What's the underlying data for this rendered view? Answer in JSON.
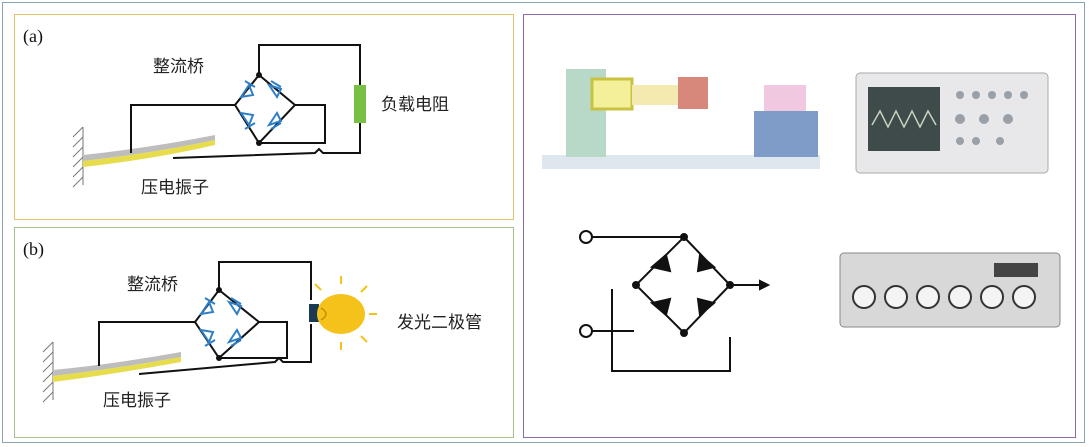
{
  "panel_a": {
    "label": "(a)",
    "bridge_label": "整流桥",
    "load_label": "负载电阻",
    "piezo_label": "压电振子"
  },
  "panel_b": {
    "label": "(b)",
    "bridge_label": "整流桥",
    "led_label": "发光二极管",
    "piezo_label": "压电振子"
  },
  "colors": {
    "diode": "#2f7fc8",
    "wire": "#111111",
    "resistor": "#77c043",
    "piezo_top": "#bdbdbd",
    "piezo_bottom": "#e6dc4c",
    "bulb": "#f5c21b",
    "frame": "#8aa3b5"
  },
  "icons": {
    "setup": "vibration-test-bench",
    "oscilloscope": "oscilloscope-device",
    "circuit": "bridge-rectifier-schematic",
    "resistor_box": "decade-resistance-box"
  }
}
